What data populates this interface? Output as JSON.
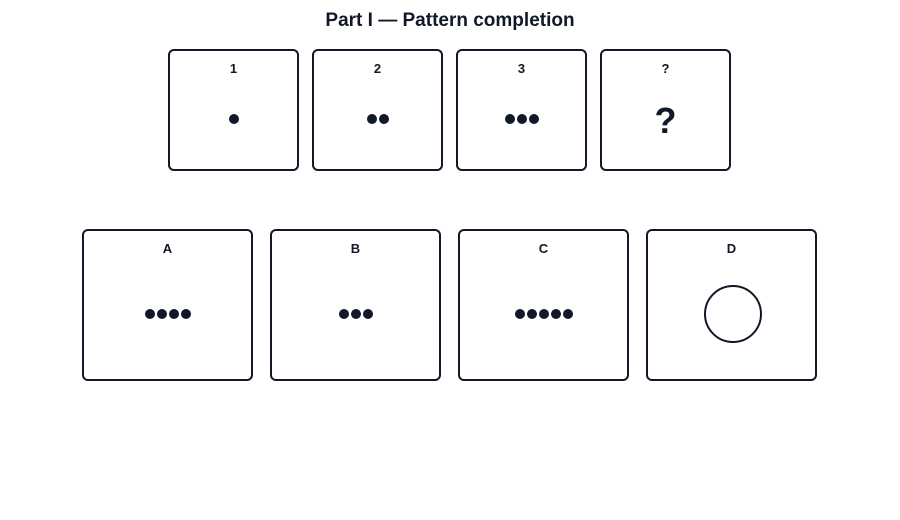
{
  "title": "Part I — Pattern completion",
  "sequence": [
    {
      "label": "1",
      "dots": 1
    },
    {
      "label": "2",
      "dots": 2
    },
    {
      "label": "3",
      "dots": 3
    },
    {
      "label": "?",
      "symbol": "?"
    }
  ],
  "options": [
    {
      "label": "A",
      "dots": 4
    },
    {
      "label": "B",
      "dots": 3
    },
    {
      "label": "C",
      "dots": 5
    },
    {
      "label": "D",
      "shape": "circle-outline"
    }
  ],
  "colors": {
    "ink": "#111827",
    "background": "#ffffff"
  }
}
